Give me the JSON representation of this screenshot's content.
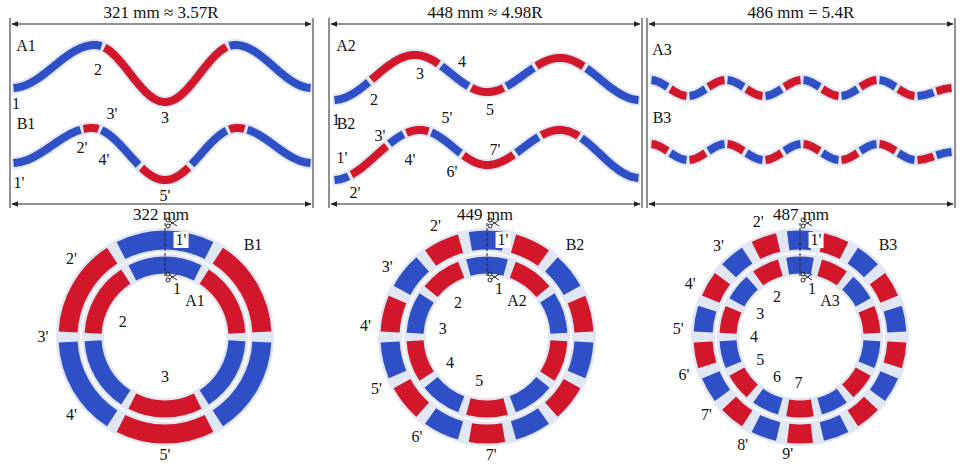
{
  "diagram": {
    "labels": [
      "321 mm ≈ 3.57R",
      "448 mm ≈ 4.98R",
      "486 mm = 5.4R",
      "A1",
      "1",
      "2",
      "3",
      "B1",
      "1'",
      "2'",
      "3'",
      "4'",
      "5'",
      "A2",
      "1",
      "2",
      "3",
      "4",
      "5",
      "B2",
      "1'",
      "2'",
      "3'",
      "4'",
      "5'",
      "6'",
      "7'",
      "A3",
      "B3",
      "322 mm",
      "449 mm",
      "487 mm",
      "B1",
      "1'",
      "2'",
      "3'",
      "4'",
      "5'",
      "A1",
      "1",
      "2",
      "3",
      "1'",
      "B2",
      "2'",
      "3'",
      "4'",
      "5'",
      "6'",
      "7'",
      "1",
      "A2",
      "2",
      "3",
      "4",
      "5",
      "1'",
      "2'",
      "B3",
      "3'",
      "4'",
      "5'",
      "6'",
      "7'",
      "8'",
      "9'",
      "1",
      "A3",
      "2",
      "3",
      "4",
      "5",
      "6",
      "7"
    ]
  }
}
